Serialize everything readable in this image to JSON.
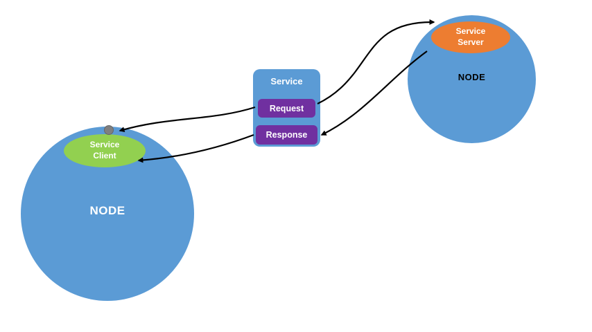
{
  "diagram": {
    "left_node": {
      "label": "NODE"
    },
    "right_node": {
      "label": "NODE"
    },
    "service_client": {
      "label": "Service\nClient"
    },
    "service_server": {
      "label": "Service\nServer"
    },
    "service_box": {
      "title": "Service",
      "request_label": "Request",
      "response_label": "Response"
    },
    "colors": {
      "node_blue": "#5b9bd5",
      "client_green": "#92d050",
      "server_orange": "#ed7d31",
      "action_purple": "#7030a0",
      "dot_gray": "#7f7f7f",
      "arrow_black": "#000000",
      "background": "#ffffff"
    }
  }
}
